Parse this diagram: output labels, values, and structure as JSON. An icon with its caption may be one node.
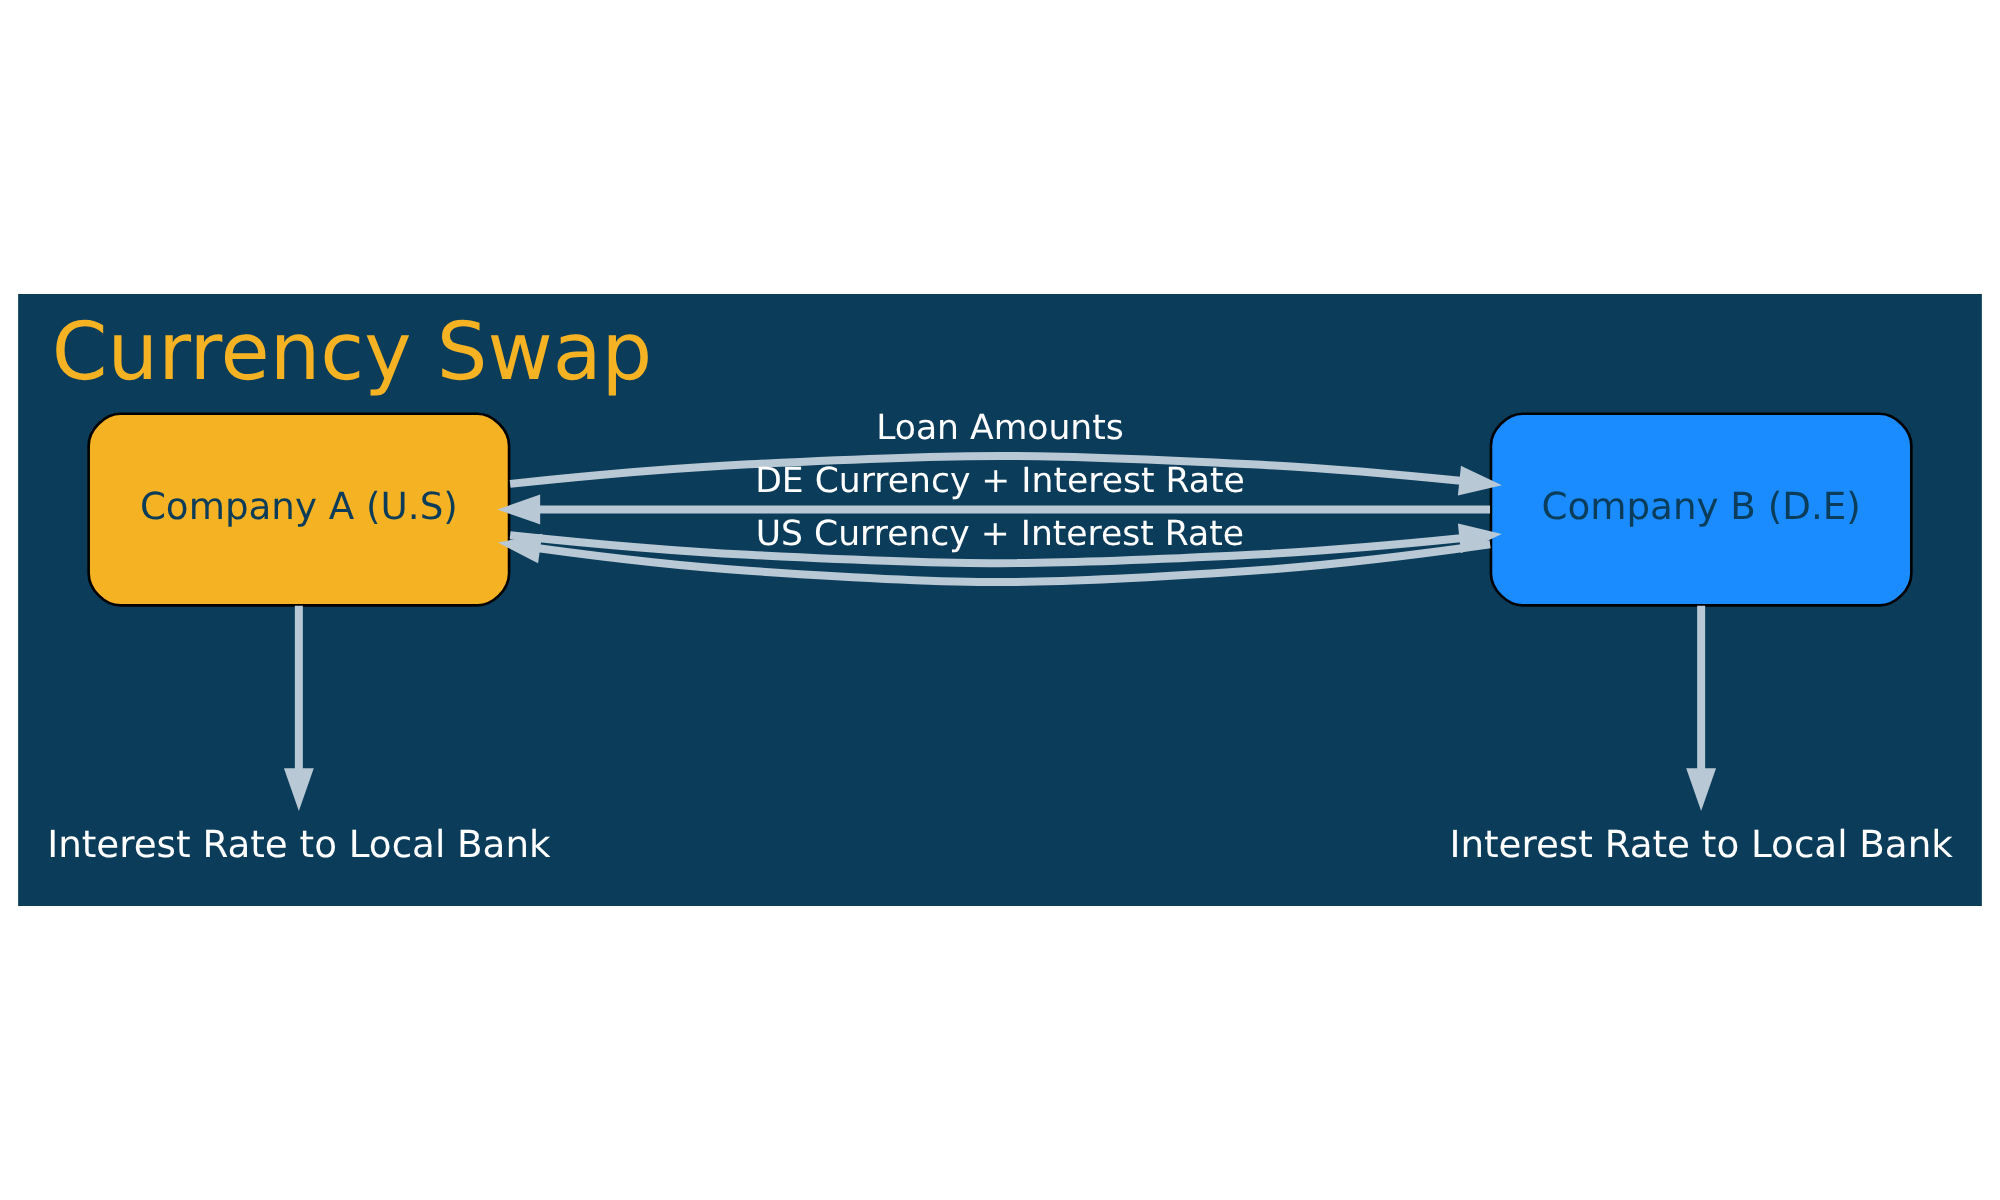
{
  "diagram": {
    "title": "Currency Swap",
    "nodes": [
      {
        "text": [
          "Company A (U.S)"
        ]
      },
      {
        "text": [
          "Company B (D.E)"
        ]
      },
      {
        "text": [
          "Interest Rate to Local Bank"
        ]
      },
      {
        "text": [
          "Interest Rate to Local Bank"
        ]
      }
    ],
    "edges": [
      {
        "from": 1,
        "to": 0,
        "arrow": "to",
        "label": "DE Currency + Interest Rate"
      },
      {
        "from": 1,
        "to": 0,
        "arrow": "to"
      },
      {
        "from": 0,
        "to": 1,
        "arrow": "to",
        "label": "Loan Amounts"
      },
      {
        "from": 0,
        "to": 1,
        "arrow": "to",
        "label": "US Currency + Interest Rate"
      },
      {
        "from": 0,
        "to": 2,
        "arrow": "to"
      },
      {
        "from": 1,
        "to": 3,
        "arrow": "to"
      }
    ]
  }
}
